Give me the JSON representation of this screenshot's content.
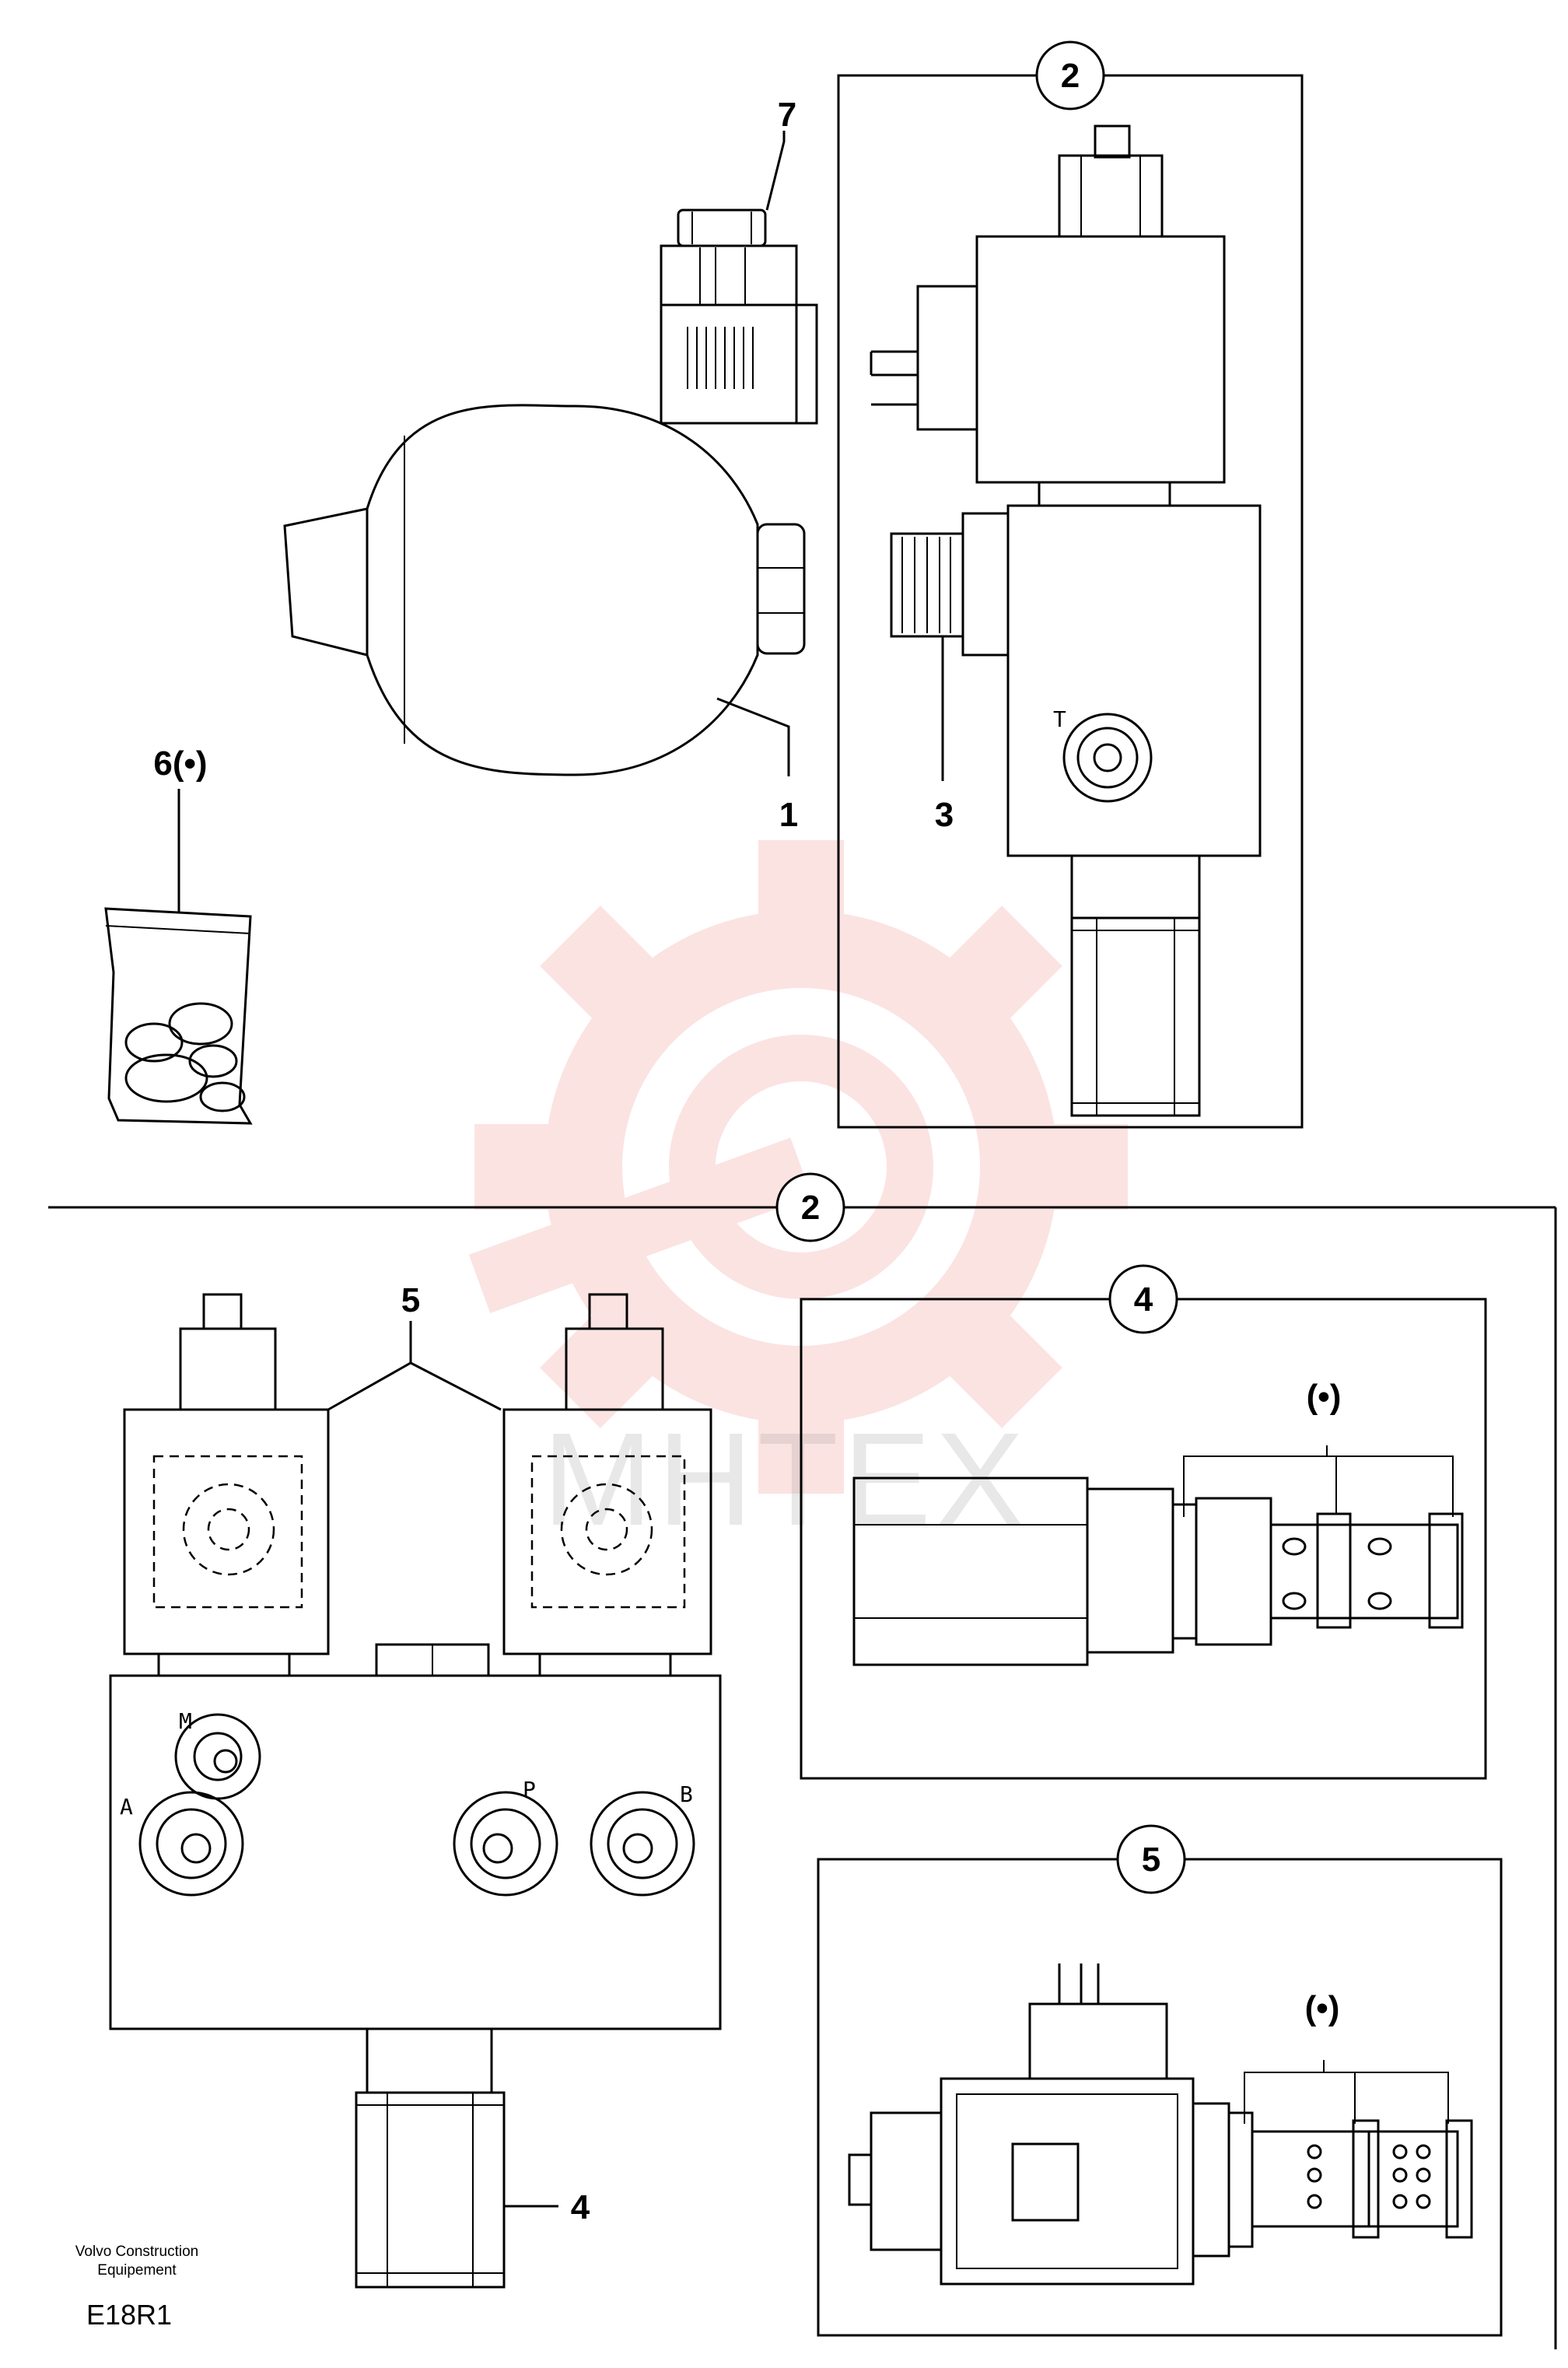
{
  "diagram": {
    "callouts": {
      "c1": "1",
      "c2_top": "2",
      "c2_bottom": "2",
      "c3": "3",
      "c4_label": "4",
      "c4_circle": "4",
      "c5_label": "5",
      "c5_circle": "5",
      "c6": "6(•)",
      "c7": "7"
    },
    "ports": {
      "T": "T",
      "M": "M",
      "A": "A",
      "P": "P",
      "B": "B"
    },
    "cartridge_notes": {
      "detail4": "(•)",
      "detail5": "(•)"
    }
  },
  "footer": {
    "brand_line1": "Volvo Construction",
    "brand_line2": "Equipement",
    "code": "E18R1"
  },
  "watermark": {
    "text": "MHTEX",
    "color": "#e8332b"
  }
}
